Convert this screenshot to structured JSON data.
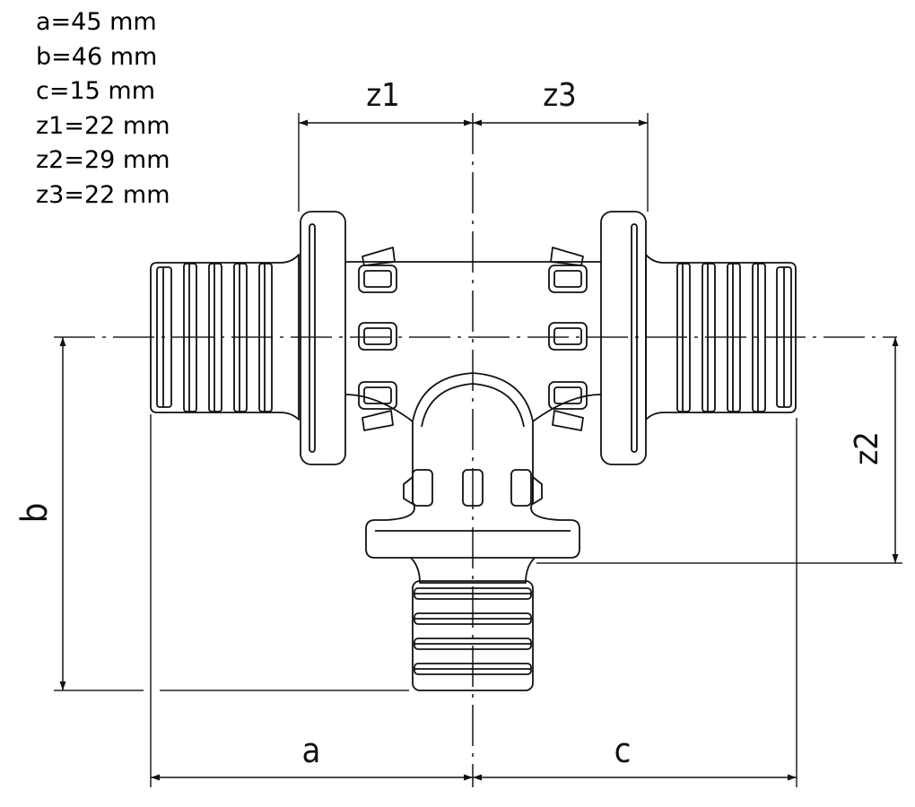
{
  "specs": [
    "a=45 mm",
    "b=46 mm",
    "c=15 mm",
    "z1=22 mm",
    "z2=29 mm",
    "z3=22 mm"
  ],
  "dimension_labels": {
    "z1": "z1",
    "z3": "z3",
    "z2": "z2",
    "a": "a",
    "b": "b",
    "c": "c"
  }
}
